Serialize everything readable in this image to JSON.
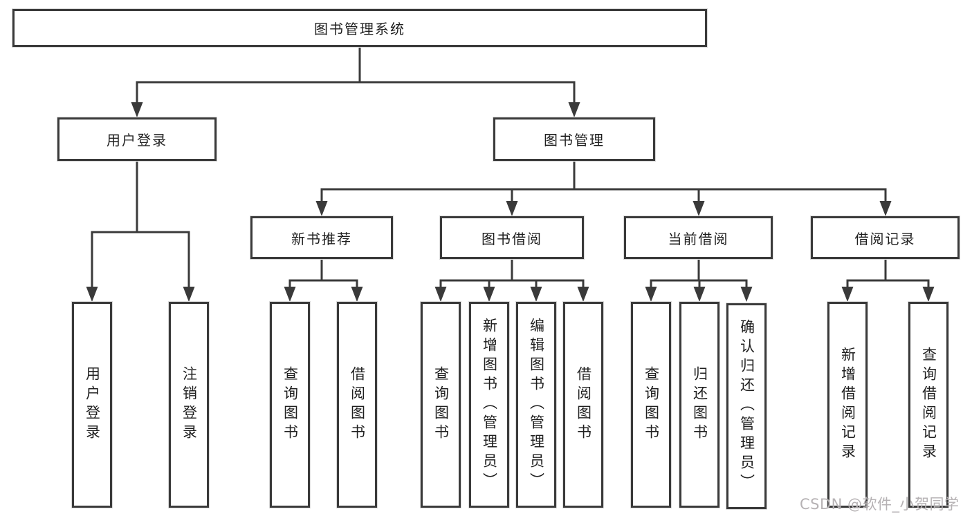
{
  "colors": {
    "line": "#3a3a3a",
    "box_border": "#3a3a3a",
    "text": "#1f1f1f",
    "watermark": "#b6b2b4",
    "background": "#ffffff"
  },
  "diagram": {
    "root": {
      "label": "图书管理系统"
    },
    "branches": [
      {
        "label": "用户登录",
        "children": [
          {
            "label": "用户登录"
          },
          {
            "label": "注销登录"
          }
        ]
      },
      {
        "label": "图书管理",
        "children": [
          {
            "label": "新书推荐",
            "children": [
              {
                "label": "查询图书"
              },
              {
                "label": "借阅图书"
              }
            ]
          },
          {
            "label": "图书借阅",
            "children": [
              {
                "label": "查询图书"
              },
              {
                "label": "新增图书（管理员）"
              },
              {
                "label": "编辑图书（管理员）"
              },
              {
                "label": "借阅图书"
              }
            ]
          },
          {
            "label": "当前借阅",
            "children": [
              {
                "label": "查询图书"
              },
              {
                "label": "归还图书"
              },
              {
                "label": "确认归还（管理员）"
              }
            ]
          },
          {
            "label": "借阅记录",
            "children": [
              {
                "label": "新增借阅记录"
              },
              {
                "label": "查询借阅记录"
              }
            ]
          }
        ]
      }
    ]
  },
  "watermark": {
    "text": "CSDN @软件_小贺同学"
  }
}
